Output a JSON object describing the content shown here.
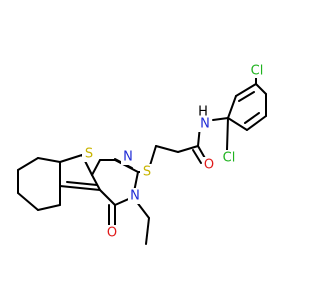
{
  "colors": {
    "bond": "#000000",
    "S": "#c8b400",
    "N": "#1f2bd6",
    "O": "#e01a1a",
    "Cl": "#1fb31f",
    "H": "#000000"
  },
  "labels": {
    "cl_top": "Cl",
    "cl_bottom": "Cl",
    "h_amide": "H",
    "n_amide": "N",
    "o_amide": "O",
    "s_thioether": "S",
    "s_thiophene": "S",
    "n_ring_top": "N",
    "n_ring_bottom": "N",
    "o_ketone": "O"
  }
}
